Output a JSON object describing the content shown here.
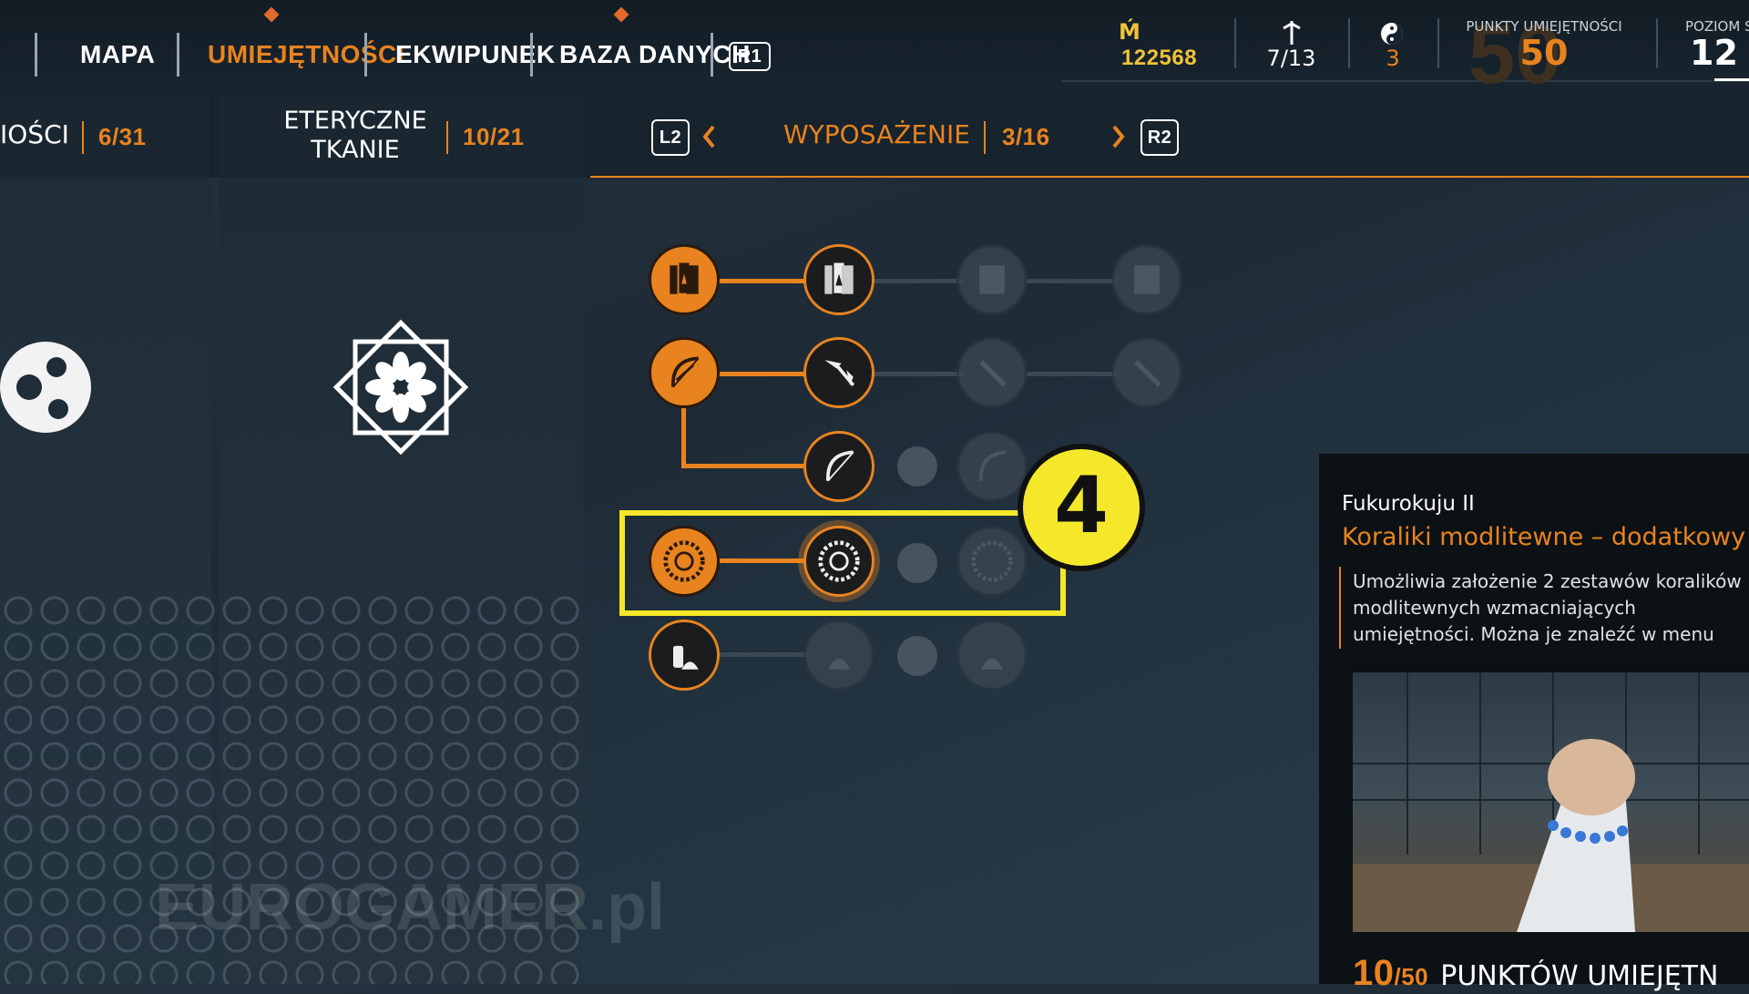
{
  "nav": {
    "items": [
      {
        "label": "MAPA",
        "active": false
      },
      {
        "label": "UMIEJĘTNOŚCI",
        "active": true
      },
      {
        "label": "EKWIPUNEK",
        "active": false
      },
      {
        "label": "BAZA DANYCH",
        "active": false
      }
    ],
    "r1": "R1"
  },
  "stats": {
    "currency": "122568",
    "currency_icon": "mon-icon",
    "prayer": "7/13",
    "yin_yang": "3",
    "skill_points_label": "PUNKTY UMIEJĘTNOŚCI",
    "skill_points": "50",
    "skill_points_bg": "50",
    "level_label": "POZIOM S",
    "level": "12"
  },
  "subbar": {
    "left_label": "IOŚCI",
    "left_count": "6/31",
    "ether_label_line1": "ETERYCZNE",
    "ether_label_line2": "TKANIE",
    "ether_count": "10/21",
    "l2": "L2",
    "r2": "R2",
    "category": "WYPOSAŻENIE",
    "category_count": "3/16"
  },
  "callout": {
    "number": "4"
  },
  "info": {
    "title": "Fukurokuju II",
    "subtitle": "Koraliki modlitewne – dodatkowy ze",
    "description": "Umożliwia założenie 2 zestawów koralików modlitewnych wzmacniających umiejętności. Można je znaleźć w menu ekwipunku.",
    "points_value": "10",
    "points_total": "/50",
    "points_label": "PUNKTÓW UMIEJĘTN"
  },
  "watermark": "EUROGAMER.pl",
  "colors": {
    "accent": "#e8831f",
    "highlight": "#f5e82a",
    "gold": "#f0c23a"
  }
}
